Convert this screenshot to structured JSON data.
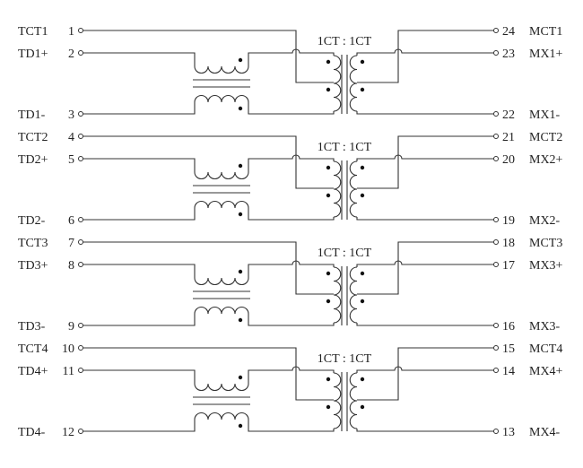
{
  "ratio_label": "1CT : 1CT",
  "blocks": [
    {
      "left": [
        {
          "name": "TCT1",
          "pin": "1"
        },
        {
          "name": "TD1+",
          "pin": "2"
        },
        {
          "name": "TD1-",
          "pin": "3"
        }
      ],
      "right": [
        {
          "name": "MCT1",
          "pin": "24"
        },
        {
          "name": "MX1+",
          "pin": "23"
        },
        {
          "name": "MX1-",
          "pin": "22"
        }
      ]
    },
    {
      "left": [
        {
          "name": "TCT2",
          "pin": "4"
        },
        {
          "name": "TD2+",
          "pin": "5"
        },
        {
          "name": "TD2-",
          "pin": "6"
        }
      ],
      "right": [
        {
          "name": "MCT2",
          "pin": "21"
        },
        {
          "name": "MX2+",
          "pin": "20"
        },
        {
          "name": "MX2-",
          "pin": "19"
        }
      ]
    },
    {
      "left": [
        {
          "name": "TCT3",
          "pin": "7"
        },
        {
          "name": "TD3+",
          "pin": "8"
        },
        {
          "name": "TD3-",
          "pin": "9"
        }
      ],
      "right": [
        {
          "name": "MCT3",
          "pin": "18"
        },
        {
          "name": "MX3+",
          "pin": "17"
        },
        {
          "name": "MX3-",
          "pin": "16"
        }
      ]
    },
    {
      "left": [
        {
          "name": "TCT4",
          "pin": "10"
        },
        {
          "name": "TD4+",
          "pin": "11"
        },
        {
          "name": "TD4-",
          "pin": "12"
        }
      ],
      "right": [
        {
          "name": "MCT4",
          "pin": "15"
        },
        {
          "name": "MX4+",
          "pin": "14"
        },
        {
          "name": "MX4-",
          "pin": "13"
        }
      ]
    }
  ]
}
